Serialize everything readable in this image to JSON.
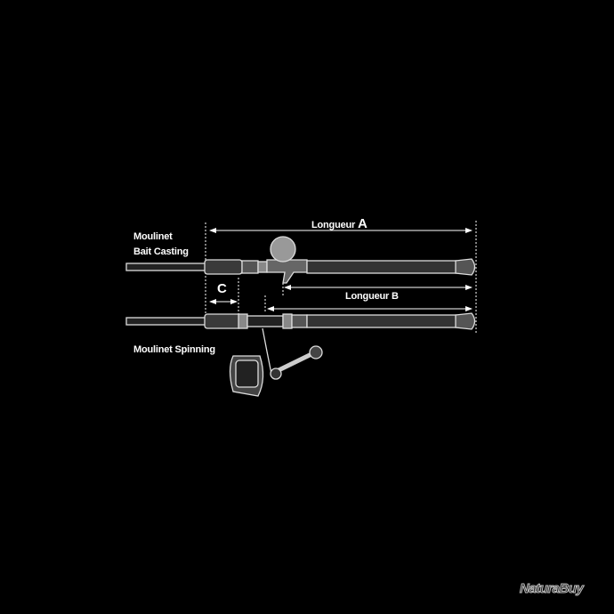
{
  "labels": {
    "baitcasting_line1": "Moulinet",
    "baitcasting_line2": "Bait Casting",
    "spinning": "Moulinet Spinning",
    "length_a_word": "Longueur",
    "length_a_letter": "A",
    "length_b": "Longueur B",
    "c": "C"
  },
  "watermark": "NaturaBuy",
  "colors": {
    "background": "#000000",
    "line": "#ffffff",
    "rod": "#3a3a3a"
  }
}
